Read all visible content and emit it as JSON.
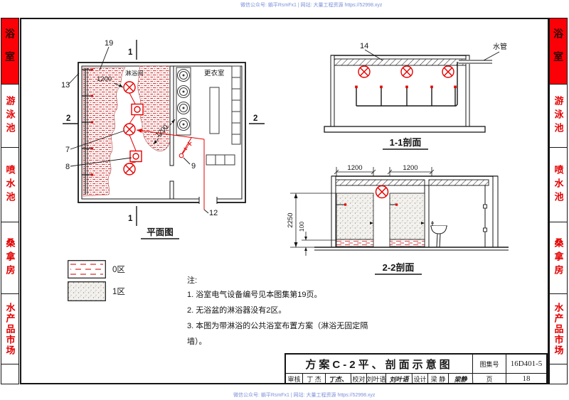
{
  "watermark": {
    "top": "微信公众号: 躺平RsmFx1 | 网站: 大量工程资源 https://52998.xyz",
    "bottom": "微信公众号: 躺平RsmFx1 | 网站: 大量工程资源 https://52998.xyz"
  },
  "sidebar": {
    "items": [
      {
        "label": "浴室",
        "active": true
      },
      {
        "label": "游泳池",
        "active": false
      },
      {
        "label": "喷水池",
        "active": false
      },
      {
        "label": "桑拿房",
        "active": false
      },
      {
        "label": "水产品市场",
        "active": false
      }
    ]
  },
  "plan": {
    "title": "平面图",
    "room_shower": "淋浴间",
    "room_changing": "更衣室",
    "dim_1200": "1200",
    "dim_diag": "1200",
    "markers": {
      "m1": "1",
      "m2": "2"
    },
    "callouts": {
      "c19": "19",
      "c13": "13",
      "c7": "7",
      "c8": "8",
      "c9": "9",
      "c12": "12"
    }
  },
  "section_1_1": {
    "title": "1-1剖面",
    "callout_14": "14",
    "water_pipe_label": "水管"
  },
  "section_2_2": {
    "title": "2-2剖面",
    "dim_left": "1200",
    "dim_right": "1200",
    "dim_height": "2250",
    "dim_skirt": "100"
  },
  "legend": {
    "zone0": "0区",
    "zone1": "1区"
  },
  "notes": {
    "heading": "注:",
    "items": [
      "1. 浴室电气设备编号见本图集第19页。",
      "2. 无浴盆的淋浴器没有2区。",
      "3. 本图为带淋浴的公共浴室布置方案（淋浴无固定隔墙）。"
    ]
  },
  "titleblock": {
    "title": "方案C-2平、剖面示意图",
    "atlas_label": "图集号",
    "atlas_no": "16D401-5",
    "page_label": "页",
    "page_no": "18",
    "reviewer_label": "审核",
    "reviewer_name": "丁 杰",
    "reviewer_sig": "丁杰、",
    "checker_label": "校对",
    "checker_name": "刘叶语",
    "checker_sig": "刘叶语",
    "designer_label": "设计",
    "designer_name": "梁 静",
    "designer_sig": "梁静"
  },
  "colors": {
    "accent_red": "#e60000",
    "sidebar_red": "#fb0006",
    "line_black": "#161616",
    "watermark_blue": "#7b90d8"
  }
}
